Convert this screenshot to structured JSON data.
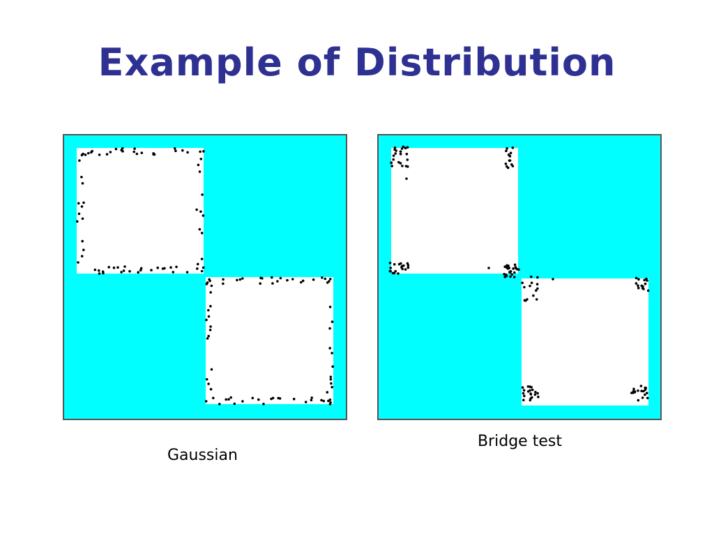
{
  "slide": {
    "title": "Example of Distribution"
  },
  "colors": {
    "free_space": "#00ffff",
    "obstacle": "#ffffff",
    "sample_point": "#000000",
    "title": "#2e3192",
    "frame_border": "#555555"
  },
  "panels": [
    {
      "caption": "Gaussian",
      "distribution": "gaussian"
    },
    {
      "caption": "Bridge test",
      "distribution": "bridge-test"
    }
  ]
}
